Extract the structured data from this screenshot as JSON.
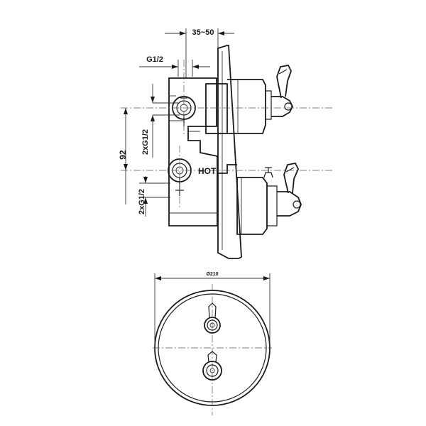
{
  "labels": {
    "depth_range": "35~50",
    "inlet_thread": "G1/2",
    "outlet_upper": "2xG1/2",
    "centre_distance": "92",
    "hot_label": "HOT",
    "outlet_lower": "2xG1/2",
    "plate_diameter": "Ø210"
  }
}
